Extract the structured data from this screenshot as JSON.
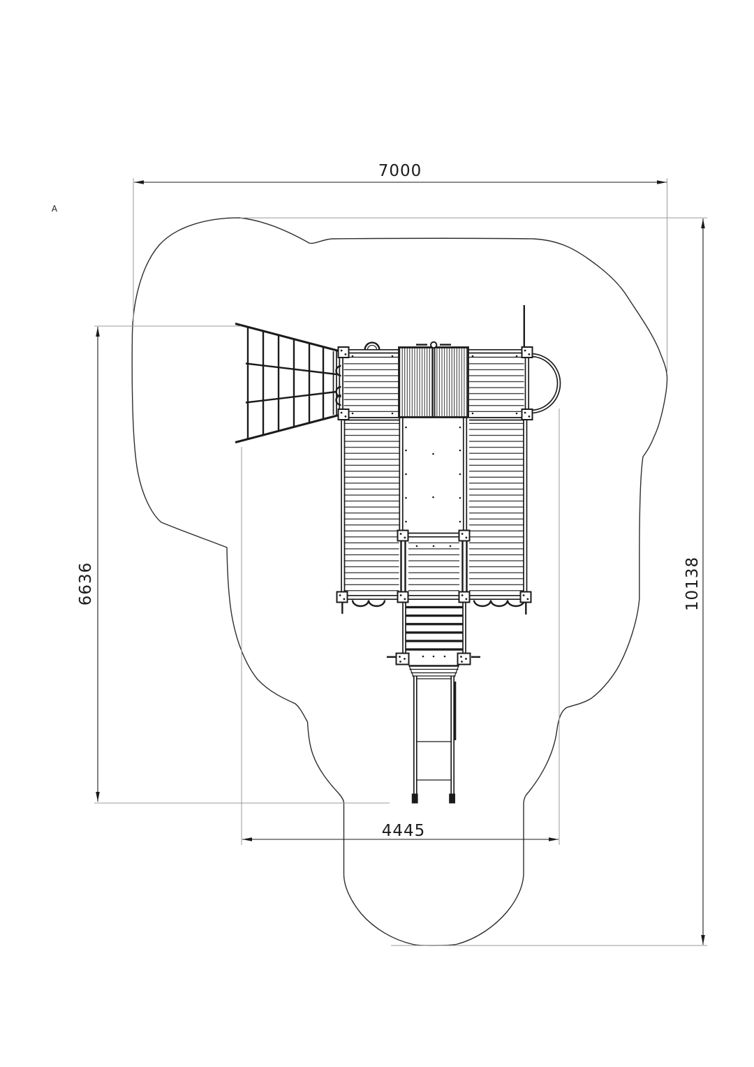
{
  "drawing": {
    "view_label": "A",
    "dimensions": {
      "overall_width": {
        "value": "7000",
        "orientation": "horizontal",
        "location": "top"
      },
      "overall_height": {
        "value": "10138",
        "orientation": "vertical",
        "location": "right"
      },
      "left_height": {
        "value": "6636",
        "orientation": "vertical",
        "location": "left"
      },
      "bottom_width": {
        "value": "4445",
        "orientation": "horizontal",
        "location": "bottom"
      }
    },
    "colors": {
      "background": "#ffffff",
      "structure_line": "#1b1b1b",
      "safety_zone_line": "#2e2e2e",
      "extension_line": "#9b9b9b"
    },
    "components": [
      "safety-zone-outline",
      "climbing-net",
      "main-tower-deck",
      "striped-roof",
      "steering-wheel",
      "climbing-arch",
      "bridge-deck",
      "access-ladder",
      "slide"
    ]
  }
}
